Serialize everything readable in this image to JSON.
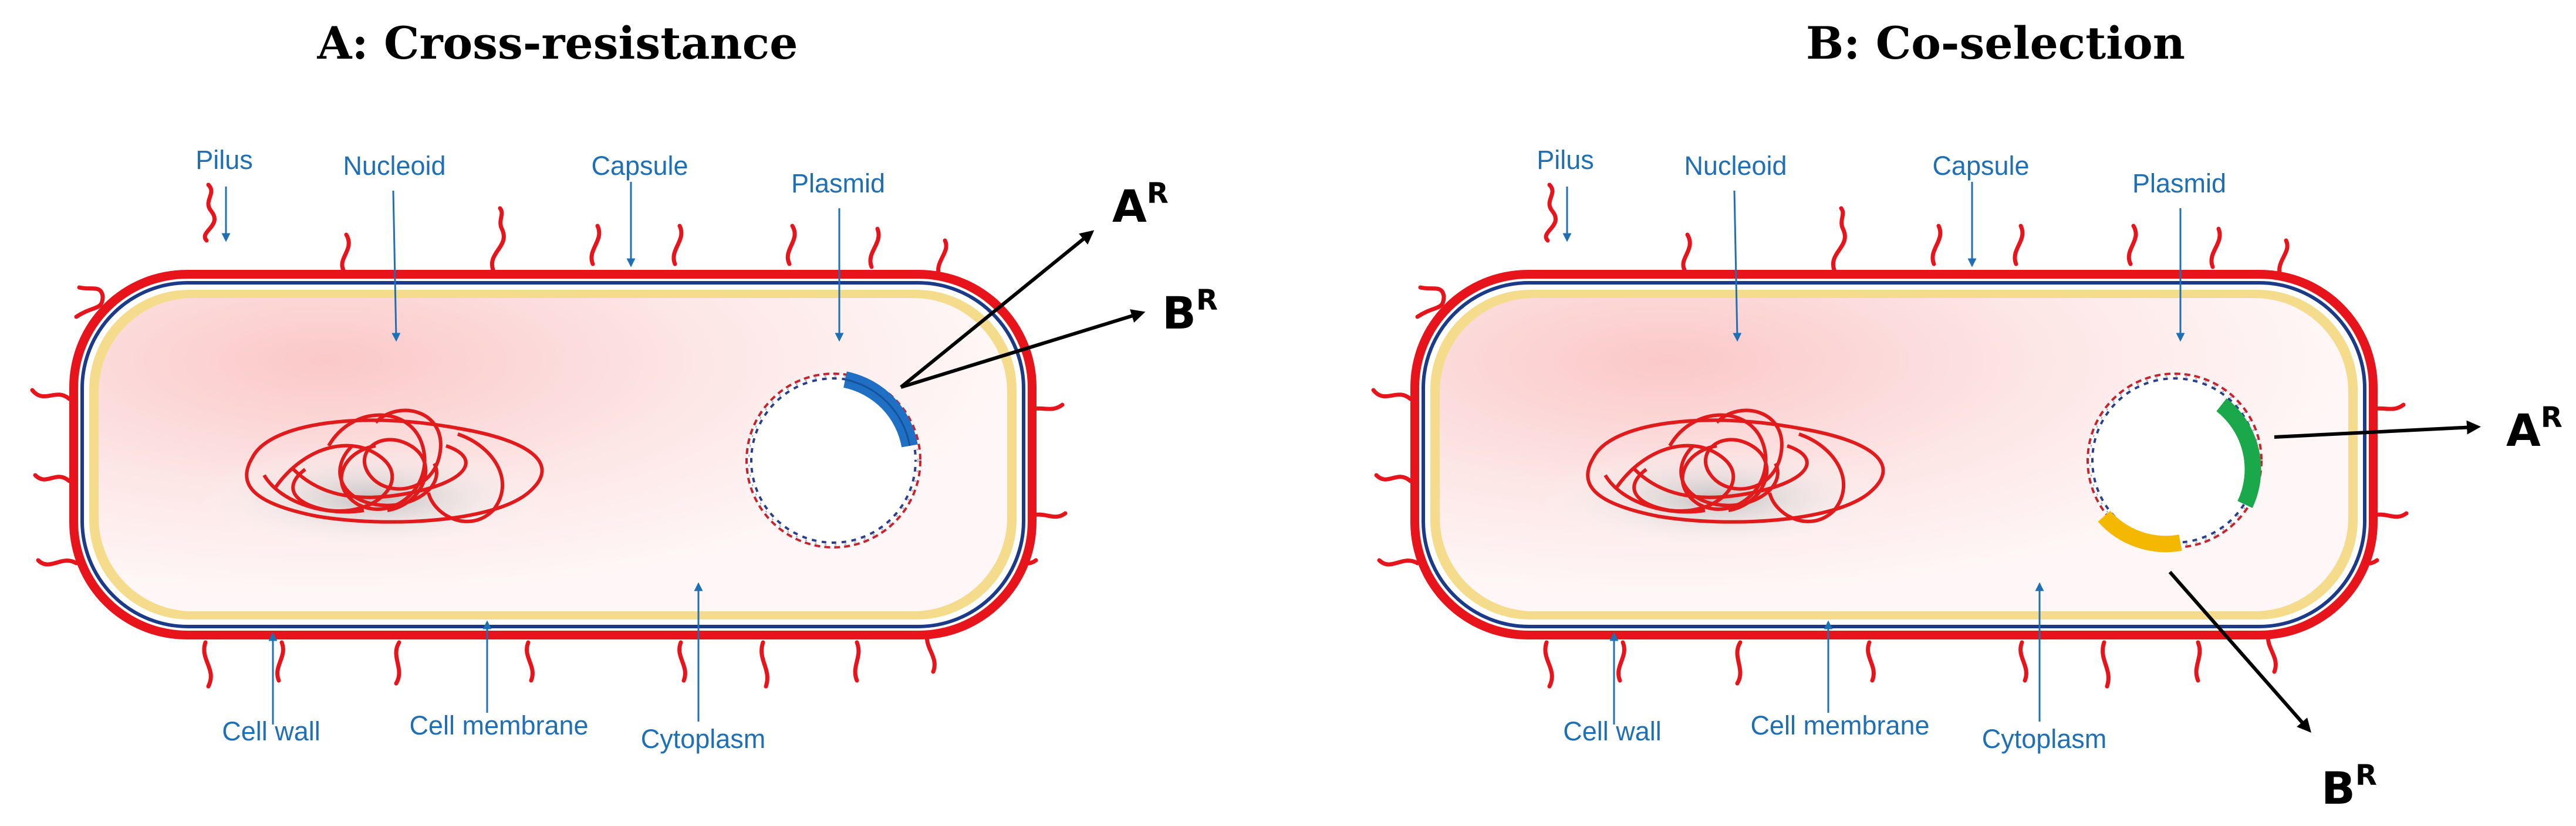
{
  "panels": [
    {
      "id": "A",
      "title": "A: Cross-resistance",
      "labels": {
        "pilus": "Pilus",
        "nucleoid": "Nucleoid",
        "capsule": "Capsule",
        "plasmid": "Plasmid",
        "cell_wall": "Cell wall",
        "cell_membrane": "Cell membrane",
        "cytoplasm": "Cytoplasm"
      },
      "genes": [
        {
          "base": "A",
          "sup": "R"
        },
        {
          "base": "B",
          "sup": "R"
        }
      ],
      "gene_colors": [
        "#1f6fc5"
      ]
    },
    {
      "id": "B",
      "title": "B: Co-selection",
      "labels": {
        "pilus": "Pilus",
        "nucleoid": "Nucleoid",
        "capsule": "Capsule",
        "plasmid": "Plasmid",
        "cell_wall": "Cell wall",
        "cell_membrane": "Cell membrane",
        "cytoplasm": "Cytoplasm"
      },
      "genes": [
        {
          "base": "A",
          "sup": "R"
        },
        {
          "base": "B",
          "sup": "R"
        }
      ],
      "gene_colors": [
        "#1aa84a",
        "#f5b800"
      ]
    }
  ],
  "colors": {
    "capsule": "#e8141b",
    "membrane": "#1b3a8a",
    "wall": "#f5dc8c",
    "label": "#1f6fb5",
    "dna": "#e11b1b"
  }
}
